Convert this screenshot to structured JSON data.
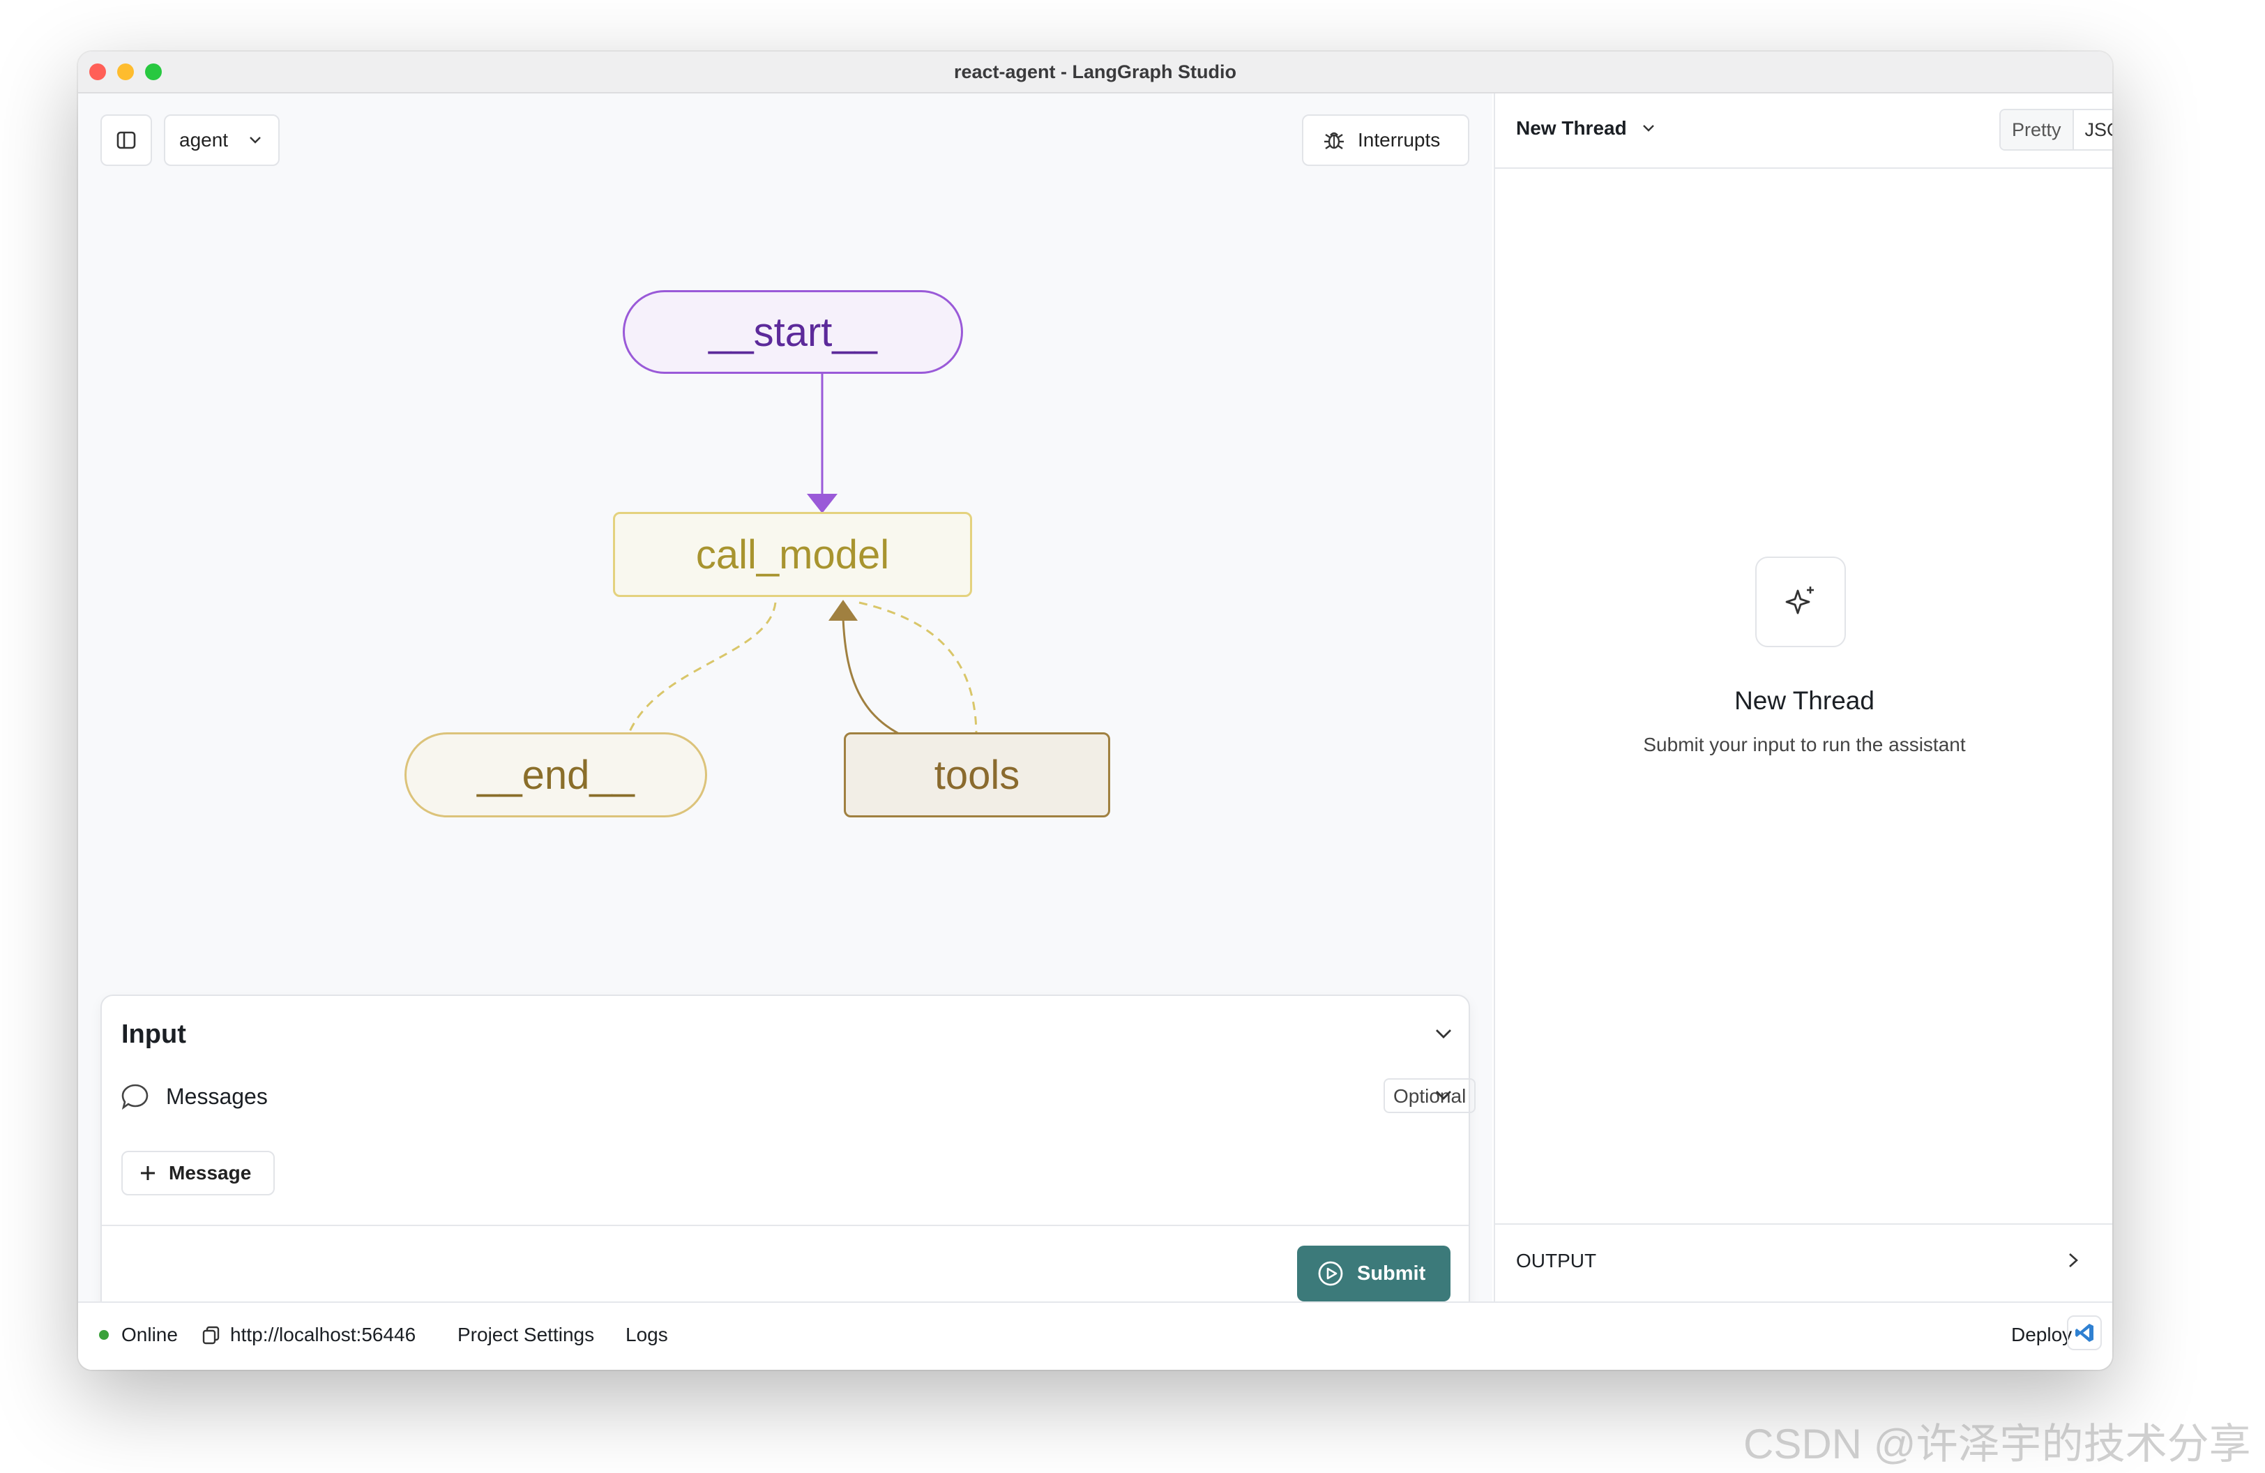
{
  "window": {
    "title": "react-agent - LangGraph Studio"
  },
  "toolbar": {
    "graph_select": "agent",
    "interrupts_label": "Interrupts"
  },
  "graph": {
    "nodes": {
      "start": "__start__",
      "call_model": "call_model",
      "end": "__end__",
      "tools": "tools"
    }
  },
  "input_panel": {
    "title": "Input",
    "messages_label": "Messages",
    "optional_badge": "Optional",
    "add_message_label": "Message",
    "submit_label": "Submit"
  },
  "thread_panel": {
    "thread_select": "New Thread",
    "view_modes": [
      "Pretty",
      "JSON"
    ],
    "empty_title": "New Thread",
    "empty_subtitle": "Submit your input to run the assistant",
    "output_label": "OUTPUT"
  },
  "status_bar": {
    "online_label": "Online",
    "url": "http://localhost:56446",
    "project_settings": "Project Settings",
    "logs": "Logs",
    "deploy": "Deploy"
  },
  "watermark": "CSDN @许泽宇的技术分享",
  "colors": {
    "start_purple": "#8a4fd6",
    "call_model_gold": "#a8942f",
    "tools_brown": "#8a6a2e",
    "submit_teal": "#3c7a7a",
    "online_green": "#3aa13a"
  }
}
